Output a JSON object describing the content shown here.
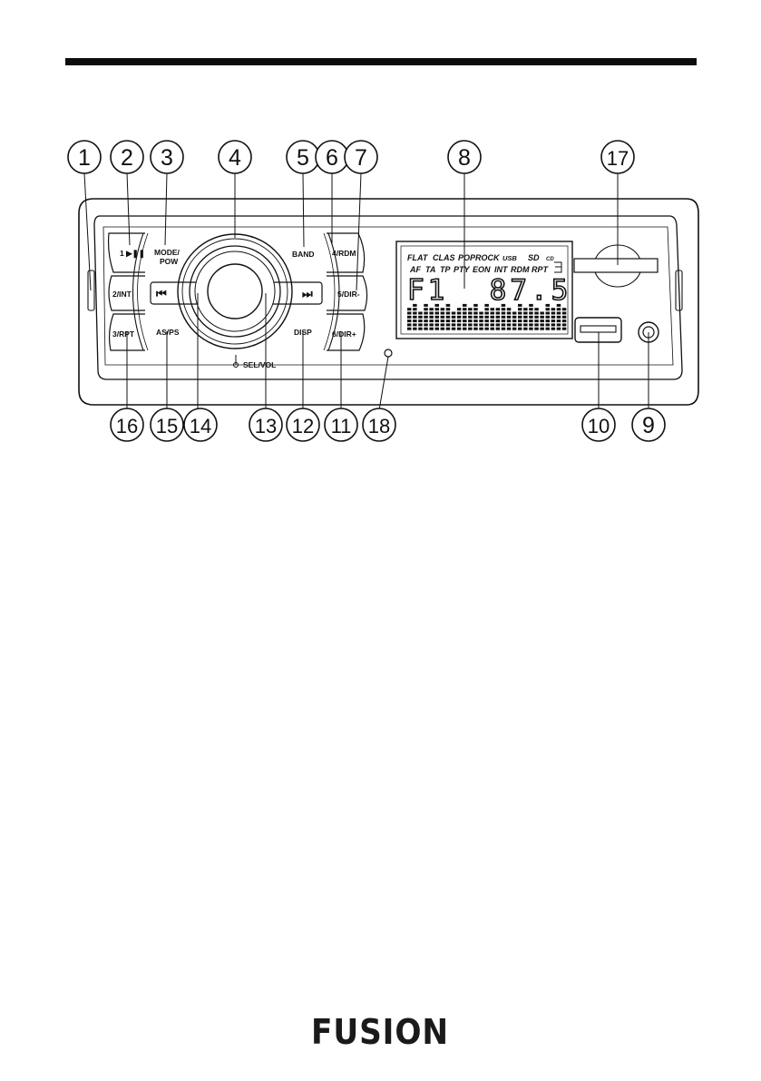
{
  "panel": {
    "buttons": {
      "b1": "1 ▶❚❚",
      "b2": "2/INT",
      "b3": "3/RPT",
      "mode_line1": "MODE/",
      "mode_line2": "POW",
      "as_ps": "AS/PS",
      "band": "BAND",
      "disp": "DISP",
      "b4": "4/RDM",
      "b5": "5/DIR-",
      "b6": "6/DIR+",
      "knob_label": "SEL/VOL",
      "prev_symbol": "⏮",
      "next_symbol": "⏭"
    },
    "lcd": {
      "row1": [
        "FLAT",
        "CLAS",
        "POP",
        "ROCK",
        "USB",
        "SD",
        "CD"
      ],
      "row2": [
        "AF",
        "TA",
        "TP",
        "PTY",
        "EON",
        "INT",
        "RDM",
        "RPT"
      ],
      "readout": "F1  87.5",
      "eq_bars": [
        6,
        7,
        5,
        7,
        6,
        7,
        6,
        7,
        5,
        6,
        7,
        6,
        7,
        5,
        7,
        6,
        6,
        7,
        6,
        5,
        7,
        6,
        7,
        6,
        5,
        7,
        6,
        7,
        6
      ]
    }
  },
  "callouts": [
    "1",
    "2",
    "3",
    "4",
    "5",
    "6",
    "7",
    "8",
    "9",
    "10",
    "11",
    "12",
    "13",
    "14",
    "15",
    "16",
    "17",
    "18"
  ],
  "logo": "FUSION",
  "colors": {
    "ink": "#111111",
    "rule": "#0d0d0d",
    "lcd_bg": "#ffffff",
    "panel": "#ffffff"
  }
}
